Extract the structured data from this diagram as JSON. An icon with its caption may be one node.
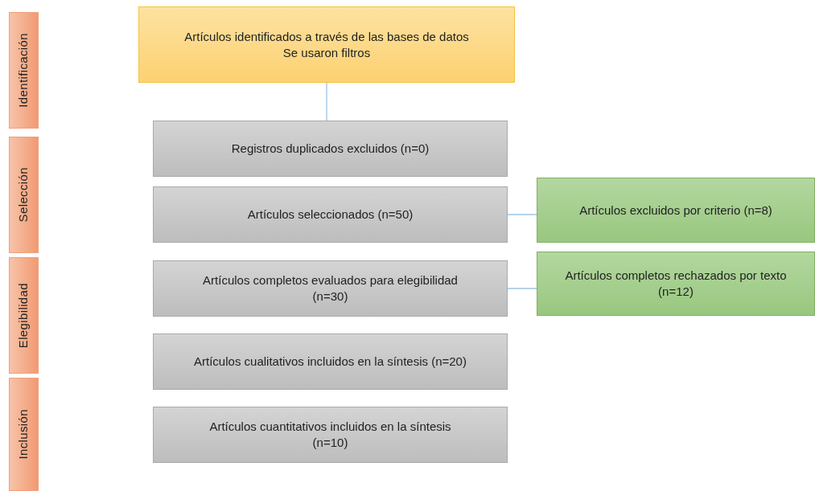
{
  "diagram": {
    "nodes": [
      {
        "text": [
          "Identificación"
        ]
      },
      {
        "text": [
          "Selección"
        ]
      },
      {
        "text": [
          "Elegibilidad"
        ]
      },
      {
        "text": [
          "Inclusión"
        ]
      },
      {
        "text": [
          "Artículos identificados a través de las bases de datos",
          "Se usaron filtros"
        ]
      },
      {
        "text": [
          "Registros duplicados excluidos (n=0)"
        ]
      },
      {
        "text": [
          "Artículos seleccionados (n=50)"
        ]
      },
      {
        "text": [
          "Artículos completos evaluados para elegibilidad (n=30)"
        ]
      },
      {
        "text": [
          "Artículos cualitativos incluidos en la síntesis (n=20)"
        ]
      },
      {
        "text": [
          "Artículos cuantitativos incluidos en la síntesis (n=10)"
        ]
      },
      {
        "text": [
          "Artículos excluidos por criterio (n=8)"
        ]
      },
      {
        "text": [
          "Artículos completos rechazados por texto (n=12)"
        ]
      }
    ],
    "edges": [
      {
        "from": 4,
        "to": 5,
        "arrow": "none"
      },
      {
        "from": 6,
        "to": 10,
        "arrow": "none"
      },
      {
        "from": 7,
        "to": 11,
        "arrow": "none"
      }
    ]
  }
}
